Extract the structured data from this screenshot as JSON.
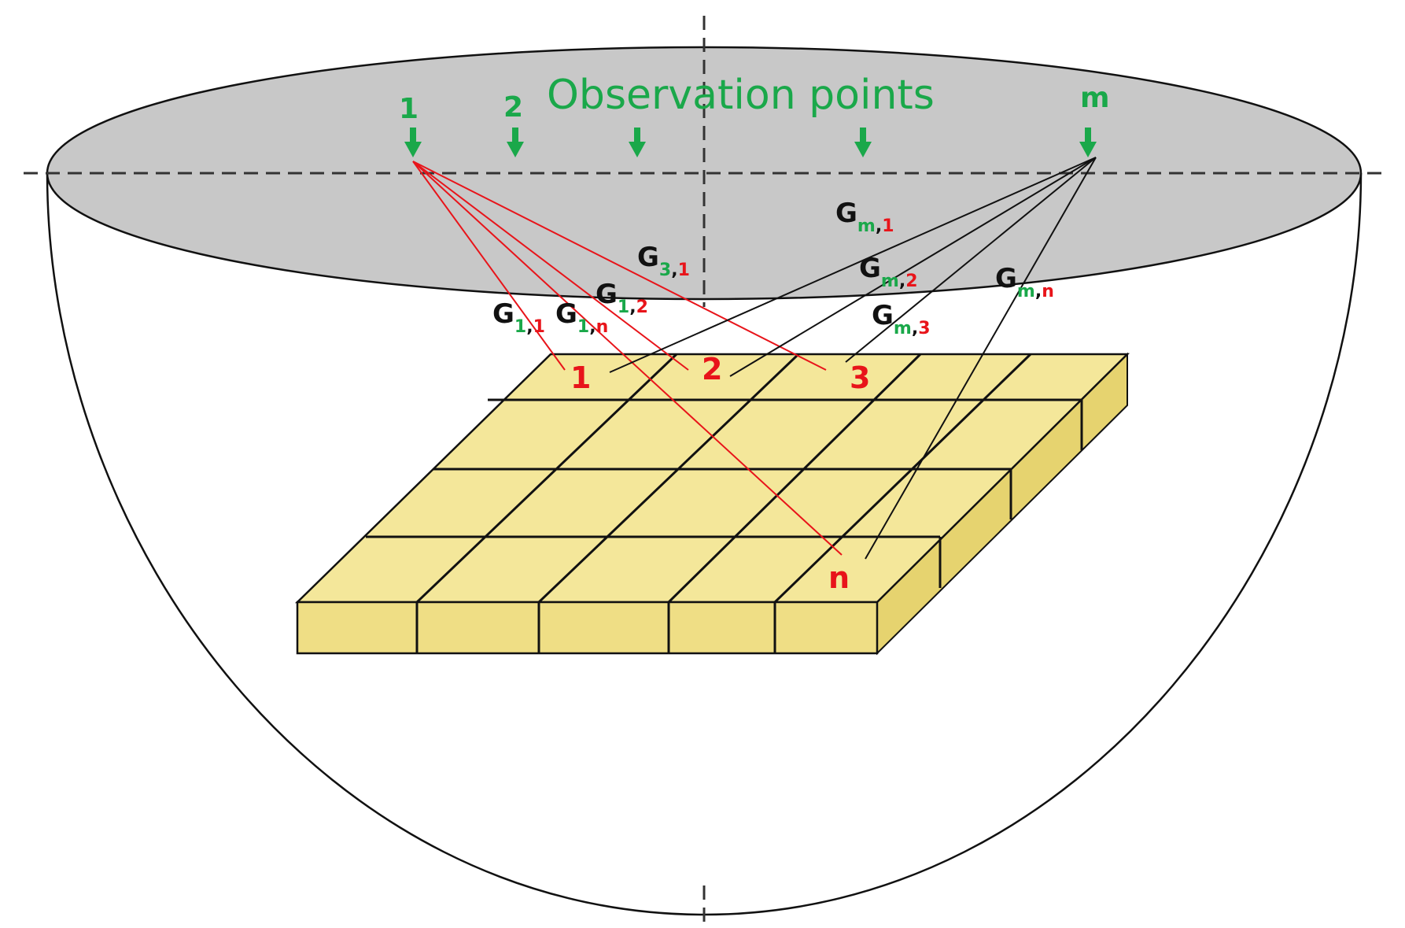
{
  "title": "Observation points",
  "observation_points": [
    {
      "label": "1"
    },
    {
      "label": "2"
    },
    {
      "label": ""
    },
    {
      "label": ""
    },
    {
      "label": "m"
    }
  ],
  "cells": [
    {
      "label": "1"
    },
    {
      "label": "2"
    },
    {
      "label": "3"
    },
    {
      "label": "n"
    }
  ],
  "kernel_labels": [
    {
      "main": "G",
      "obs": "1",
      "sep": ",",
      "cell": "1"
    },
    {
      "main": "G",
      "obs": "1",
      "sep": ",",
      "cell": "n"
    },
    {
      "main": "G",
      "obs": "1",
      "sep": ",",
      "cell": "2"
    },
    {
      "main": "G",
      "obs": "3",
      "sep": ",",
      "cell": "1"
    },
    {
      "main": "G",
      "obs": "m",
      "sep": ",",
      "cell": "1"
    },
    {
      "main": "G",
      "obs": "m",
      "sep": ",",
      "cell": "2"
    },
    {
      "main": "G",
      "obs": "m",
      "sep": ",",
      "cell": "3"
    },
    {
      "main": "G",
      "obs": "m",
      "sep": ",",
      "cell": "n"
    }
  ],
  "colors": {
    "observation": "#1aa84a",
    "cell_index": "#e8141a",
    "ray_from_point_1": "#e8141a",
    "ray_from_point_m": "#111111",
    "surface_fill": "#c8c8c8",
    "prism_top": "#f4e79a",
    "prism_side": "#e6d36f"
  }
}
